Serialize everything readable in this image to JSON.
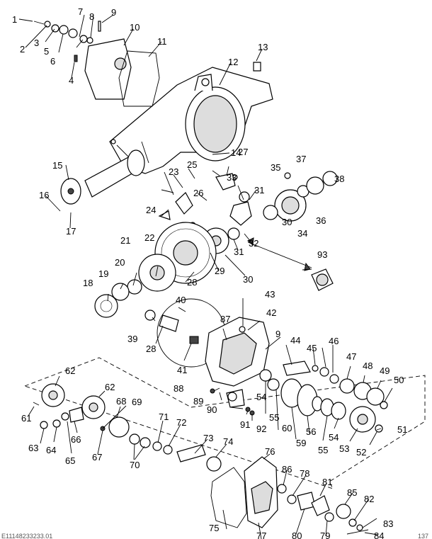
{
  "labels": [
    "1",
    "2",
    "3",
    "4",
    "5",
    "6",
    "7",
    "8",
    "9",
    "10",
    "11",
    "12",
    "13",
    "14",
    "15",
    "16",
    "17",
    "18",
    "19",
    "20",
    "21",
    "22",
    "23",
    "24",
    "25",
    "26",
    "27",
    "28",
    "29",
    "30",
    "31",
    "32",
    "33",
    "34",
    "35",
    "36",
    "37",
    "38",
    "39",
    "40",
    "41",
    "42",
    "43",
    "44",
    "45",
    "46",
    "47",
    "48",
    "49",
    "50",
    "51",
    "52",
    "53",
    "54",
    "55",
    "56",
    "59",
    "60",
    "61",
    "62",
    "63",
    "64",
    "65",
    "66",
    "67",
    "68",
    "69",
    "70",
    "71",
    "72",
    "73",
    "74",
    "75",
    "76",
    "77",
    "78",
    "79",
    "80",
    "81",
    "82",
    "83",
    "84",
    "85",
    "86",
    "87",
    "88",
    "89",
    "90",
    "91",
    "92",
    "93"
  ],
  "footer": {
    "left": "E11148233233.01",
    "right": "137"
  }
}
